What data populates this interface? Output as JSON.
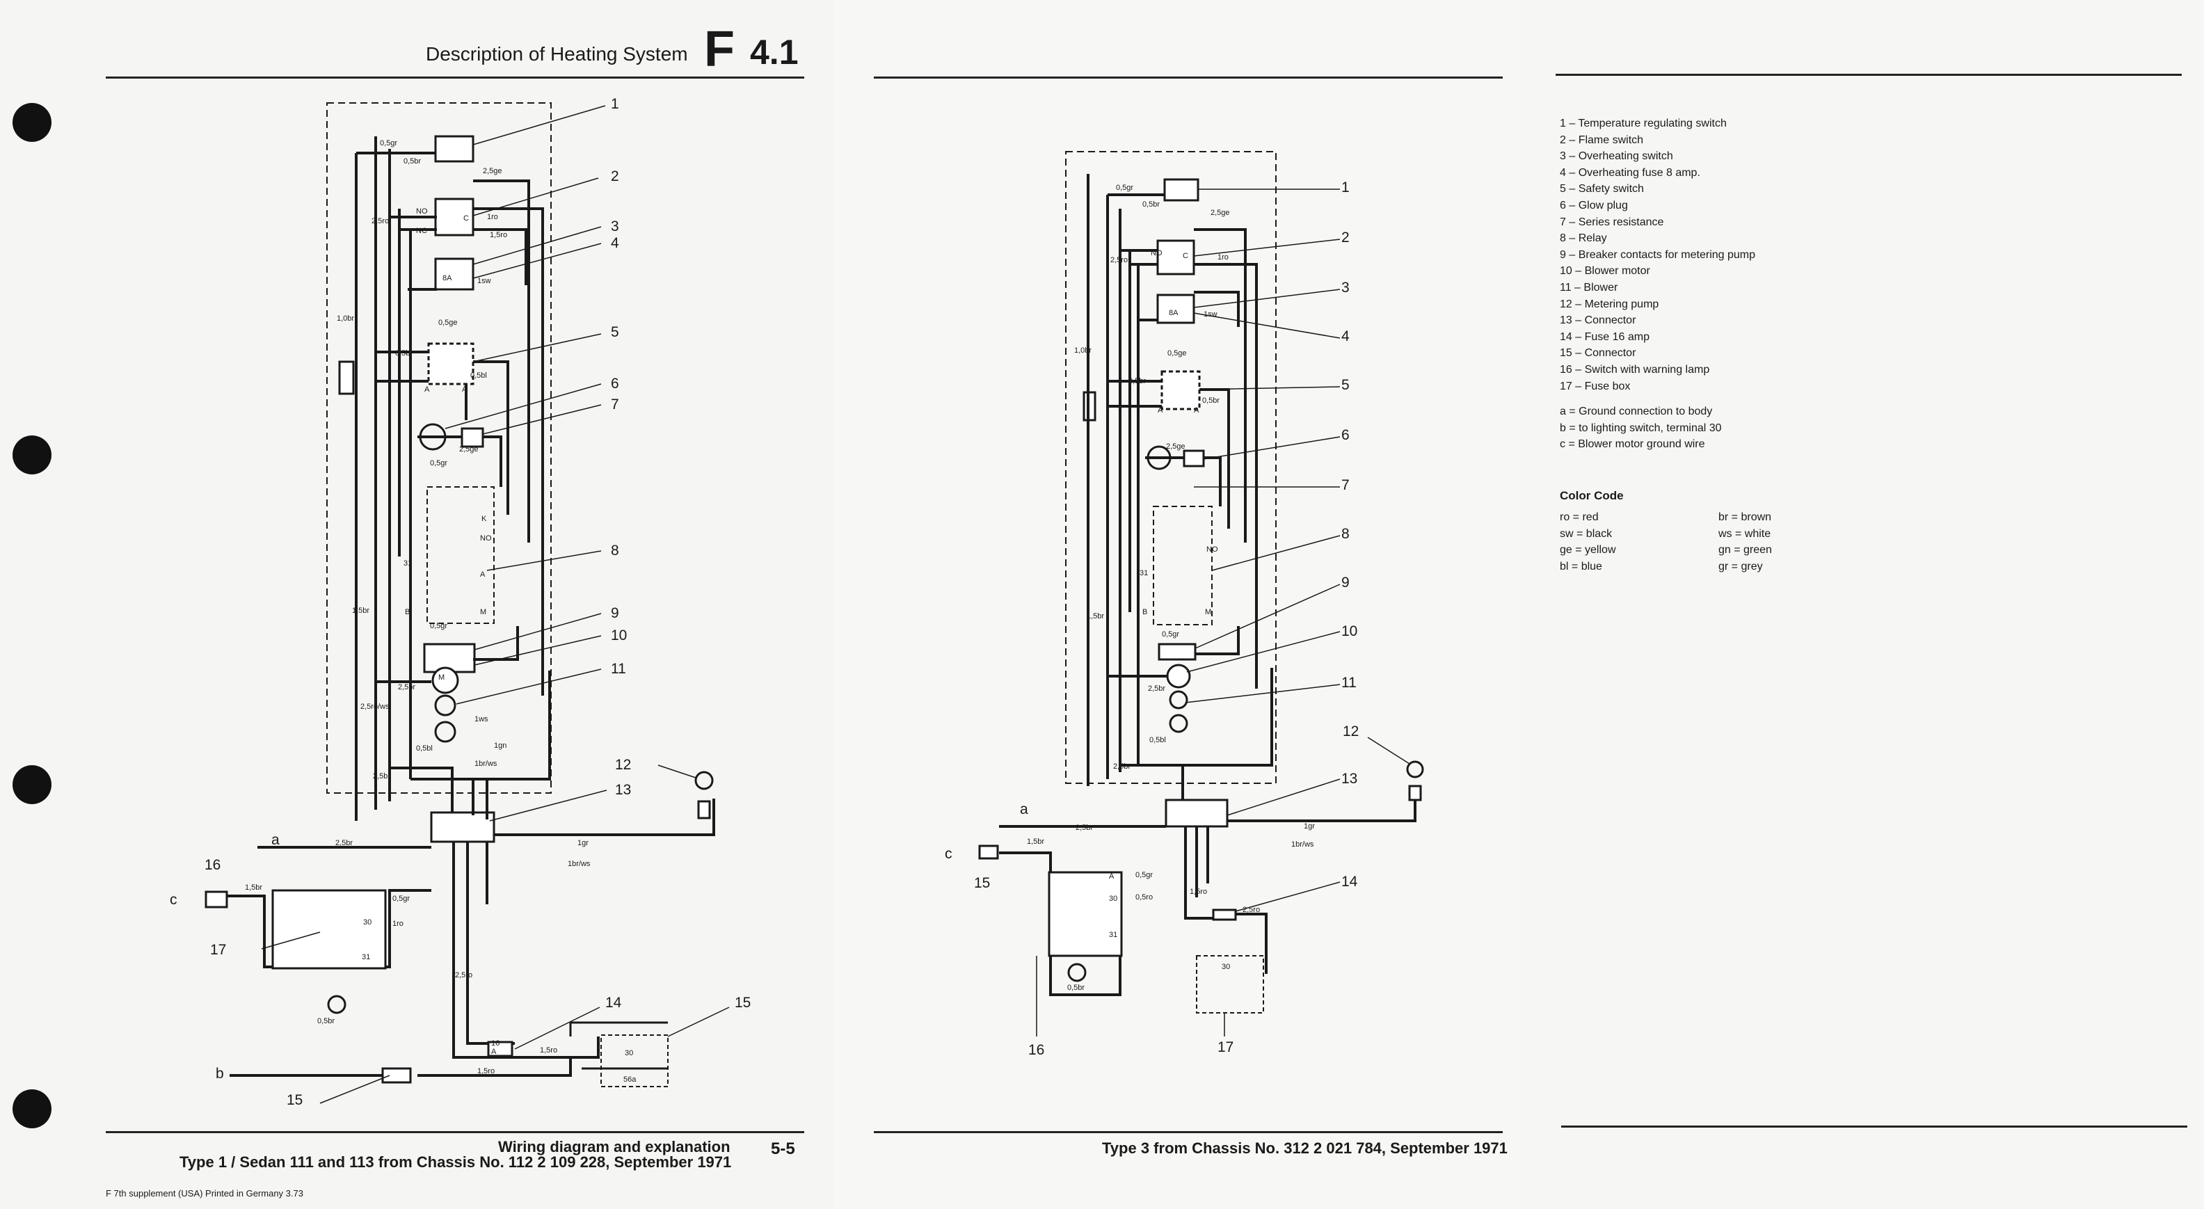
{
  "header": {
    "title": "Description of Heating System",
    "section_letter": "F",
    "section_number": "4.1",
    "page_number": "5-5"
  },
  "footer": {
    "left_line1": "Wiring diagram and explanation",
    "left_line2": "Type 1 / Sedan 111 and 113 from Chassis No. 112 2 109 228, September 1971",
    "center": "Type 3 from Chassis No. 312 2 021 784, September 1971",
    "supplement": "F 7th supplement (USA) Printed in Germany 3.73"
  },
  "diagram1": {
    "callouts": [
      "1",
      "2",
      "3",
      "4",
      "5",
      "6",
      "7",
      "8",
      "9",
      "10",
      "11",
      "12",
      "13",
      "14",
      "15",
      "16",
      "17",
      "15"
    ],
    "letters": [
      "a",
      "b",
      "c"
    ],
    "wire_labels": [
      "0,5gr",
      "0,5br",
      "2,5ge",
      "2,5ro",
      "1ro",
      "1,5ro",
      "1sw",
      "0,5ge",
      "0,5br",
      "0,5bl",
      "2,5ge",
      "0,5gr",
      "2,5br",
      "0,5gr",
      "0,5bl",
      "1ws",
      "1gn",
      "2,5br",
      "2,5br",
      "1gr",
      "1br/ws",
      "1,5br",
      "0,5gr",
      "1ro",
      "0,5br",
      "2,5ro",
      "16 A",
      "1,5ro",
      "1,5ro",
      "1,0br",
      "1,5br",
      "2,5ro/ws",
      "1br/ws"
    ],
    "component_marks": [
      "NO",
      "NC",
      "C",
      "8A",
      "A",
      "A",
      "K",
      "NO",
      "31",
      "A",
      "B",
      "M",
      "M",
      "30",
      "31",
      "30",
      "56a"
    ]
  },
  "diagram2": {
    "callouts": [
      "1",
      "2",
      "3",
      "4",
      "5",
      "6",
      "7",
      "8",
      "9",
      "10",
      "11",
      "12",
      "13",
      "14",
      "15",
      "16",
      "17"
    ],
    "letters": [
      "a",
      "c"
    ],
    "wire_labels": [
      "0,5gr",
      "0,5br",
      "2,5ge",
      "2,5ro",
      "1ro",
      "1sw",
      "0,5ge",
      "0,5br",
      "0,5br",
      "2,5ge",
      "0,5gr",
      "2,5br",
      "0,5bl",
      "2,5br",
      "1gr",
      "1br/ws",
      "1,5br",
      "2,5br",
      "0,5gr",
      "0,5ro",
      "0,5br",
      "2,5ro",
      "1,5ro",
      "1,0br",
      "1,5br"
    ],
    "component_marks": [
      "NO",
      "C",
      "8A",
      "A",
      "A",
      "NO",
      "31",
      "B",
      "M",
      "A",
      "30",
      "31",
      "30"
    ]
  },
  "legend": {
    "items": [
      "1 – Temperature regulating switch",
      "2 – Flame switch",
      "3 – Overheating switch",
      "4 – Overheating fuse 8 amp.",
      "5 – Safety switch",
      "6 – Glow plug",
      "7 – Series resistance",
      "8 – Relay",
      "9 – Breaker contacts for metering pump",
      "10 – Blower motor",
      "11 – Blower",
      "12 – Metering pump",
      "13 – Connector",
      "14 – Fuse 16 amp",
      "15 – Connector",
      "16 – Switch with warning lamp",
      "17 – Fuse box"
    ],
    "notes": [
      "a = Ground connection to body",
      "b = to lighting switch, terminal 30",
      "c = Blower motor ground wire"
    ],
    "color_code_title": "Color Code",
    "color_codes": [
      "ro = red",
      "br = brown",
      "sw = black",
      "ws = white",
      "ge = yellow",
      "gn = green",
      "bl = blue",
      "gr = grey"
    ]
  }
}
